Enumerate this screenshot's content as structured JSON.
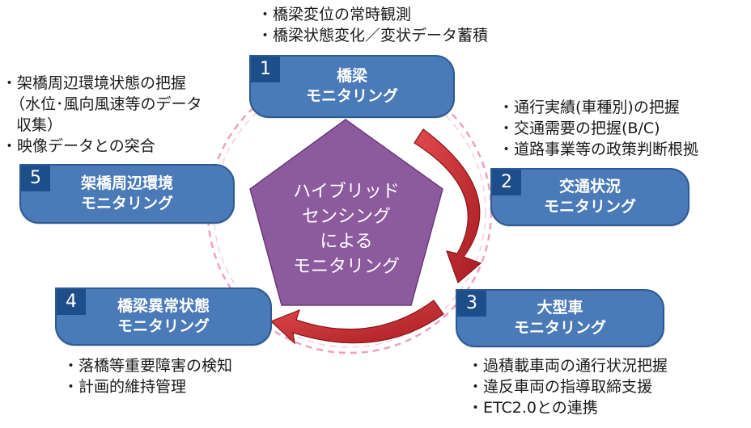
{
  "center": {
    "lines": [
      "ハイブリッド",
      "センシング",
      "による",
      "モニタリング"
    ]
  },
  "nodes": [
    {
      "num": "1",
      "title1": "橋梁",
      "title2": "モニタリング"
    },
    {
      "num": "2",
      "title1": "交通状況",
      "title2": "モニタリング"
    },
    {
      "num": "3",
      "title1": "大型車",
      "title2": "モニタリング"
    },
    {
      "num": "4",
      "title1": "橋梁異常状態",
      "title2": "モニタリング"
    },
    {
      "num": "5",
      "title1": "架橋周辺環境",
      "title2": "モニタリング"
    }
  ],
  "notes": {
    "n1": [
      "・橋梁変位の常時観測",
      "・橋梁状態変化／変状データ蓄積"
    ],
    "n2": [
      "・通行実績(車種別)の把握",
      "・交通需要の把握(B/C)",
      "・道路事業等の政策判断根拠"
    ],
    "n3": [
      "・過積載車両の通行状況把握",
      "・違反車両の指導取締支援",
      "・ETC2.0との連携"
    ],
    "n4": [
      "・落橋等重要障害の検知",
      "・計画的維持管理"
    ],
    "n5": [
      "・架橋周辺環境状態の把握",
      "（水位･風向風速等のデータ",
      "収集）",
      "・映像データとの突合"
    ]
  },
  "colors": {
    "node_fill": "#4a7ab8",
    "node_border": "#2c5a93",
    "num_fill": "#1e4e8a",
    "pentagon": "#8e5a9e",
    "arrow": "#c0282d",
    "dashed_circle": "#f0a0c0"
  }
}
